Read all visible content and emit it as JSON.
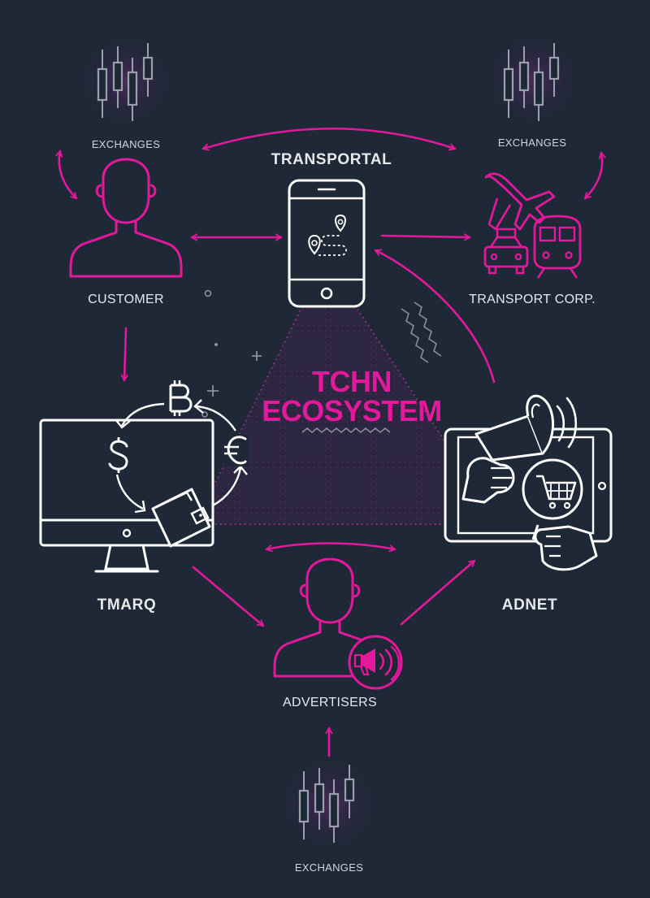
{
  "title": {
    "line1": "TCHN",
    "line2": "ECOSYSTEM"
  },
  "nodes": {
    "transportal": "TRANSPORTAL",
    "customer": "CUSTOMER",
    "transport_corp": "TRANSPORT CORP.",
    "tmarq": "TMARQ",
    "adnet": "ADNET",
    "advertisers": "ADVERTISERS"
  },
  "exchanges": {
    "top_left": "EXCHANGES",
    "top_right": "EXCHANGES",
    "bottom": "EXCHANGES"
  },
  "colors": {
    "background": "#1f2836",
    "accent": "#e3199b",
    "line": "#ffffff",
    "muted": "#9aa0aa"
  },
  "icons": [
    "candlestick-chart-icon",
    "customer-icon",
    "smartphone-map-icon",
    "airplane-icon",
    "taxi-icon",
    "train-icon",
    "monitor-icon",
    "bitcoin-icon",
    "dollar-icon",
    "euro-icon",
    "wallet-icon",
    "tablet-icon",
    "megaphone-icon",
    "shopping-cart-icon",
    "advertiser-icon",
    "loudspeaker-badge-icon"
  ]
}
